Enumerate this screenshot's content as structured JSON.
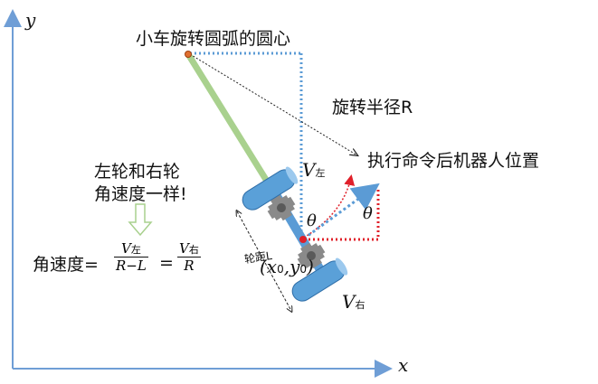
{
  "axes": {
    "y_label": "y",
    "x_label": "x"
  },
  "labels": {
    "center": "小车旋转圆弧的圆心",
    "radius": "旋转半径R",
    "target": "执行命令后机器人位置",
    "same_speed_line1": "左轮和右轮",
    "same_speed_line2": "角速度一样!",
    "wheel_base": "轮距L",
    "theta_left": "θ",
    "theta_right": "θ",
    "pos_open": "(x",
    "pos_sub0a": "0",
    "pos_comma": ",y",
    "pos_sub0b": "0",
    "pos_close": ")",
    "v_left_main": "V",
    "v_left_sub": "左",
    "v_right_main": "V",
    "v_right_sub": "右"
  },
  "formula": {
    "lhs": "角速度=",
    "frac1_num_main": "V",
    "frac1_num_sub": "左",
    "frac1_den": "R−L",
    "eq": "=",
    "frac2_num_main": "V",
    "frac2_num_sub": "右",
    "frac2_den": "R"
  },
  "colors": {
    "axis": "#6f9ed6",
    "green_arm": "#9fd08a",
    "blue_dotted": "#5b9bd5",
    "red_dotted": "#e0202a",
    "wheel": "#5aa0d8",
    "arrow_outline": "#a8d08d"
  }
}
